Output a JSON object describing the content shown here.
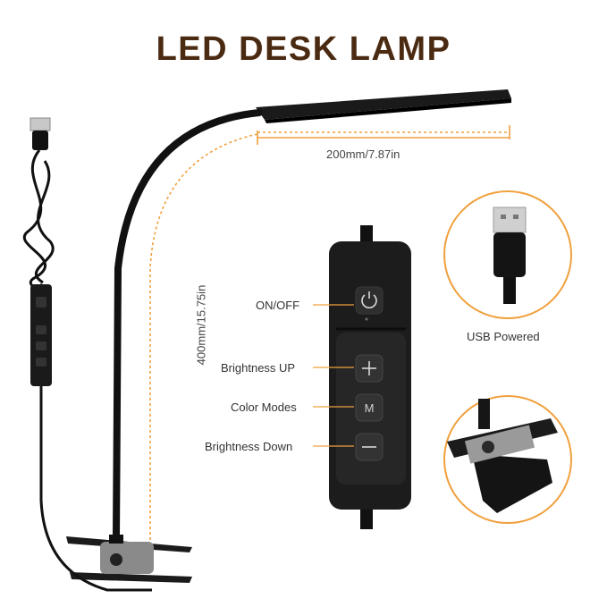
{
  "title": "LED DESK LAMP",
  "dimensions": {
    "width": "200mm/7.87in",
    "height": "400mm/15.75in"
  },
  "controls": {
    "on_off": "ON/OFF",
    "brightness_up": "Brightness UP",
    "color_modes": "Color Modes",
    "brightness_down": "Brightness Down",
    "mode_glyph": "M"
  },
  "insets": {
    "usb": "USB Powered"
  },
  "colors": {
    "title": "#4b2a12",
    "accent": "#f0a03c",
    "lamp": "#141414"
  },
  "icons": [
    "power-icon",
    "plus-icon",
    "m-icon",
    "minus-icon",
    "usb-plug-icon",
    "clip-icon"
  ]
}
